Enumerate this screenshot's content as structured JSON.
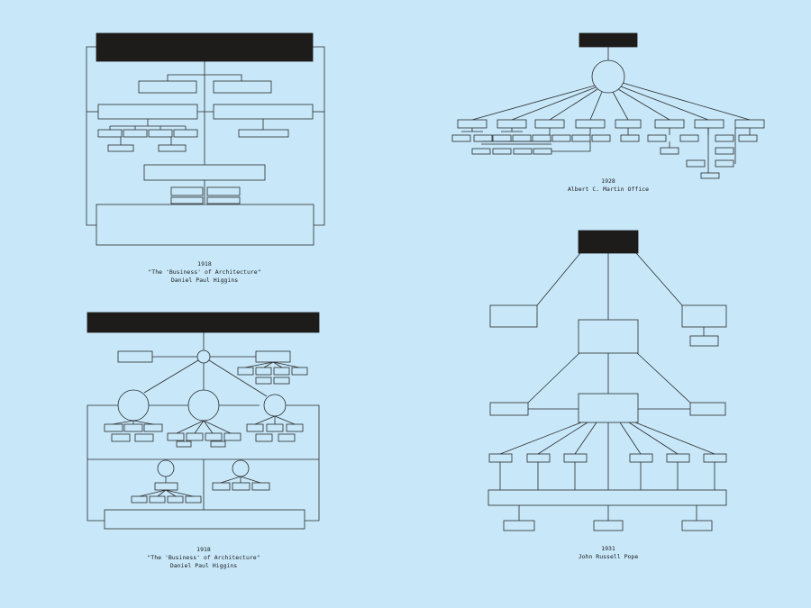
{
  "colors": {
    "background": "#c8e8fa",
    "line": "#2a2a2a",
    "block": "#1e1b1b"
  },
  "charts": [
    {
      "id": "chart-1918-a",
      "caption": {
        "year": "1918",
        "title": "\"The 'Business' of Architecture\"",
        "author": "Daniel Paul Higgins"
      }
    },
    {
      "id": "chart-1928",
      "caption": {
        "year": "1928",
        "title": "",
        "author": "Albert C. Martin Office"
      }
    },
    {
      "id": "chart-1918-b",
      "caption": {
        "year": "1918",
        "title": "\"The 'Business' of Architecture\"",
        "author": "Daniel Paul Higgins"
      }
    },
    {
      "id": "chart-1931",
      "caption": {
        "year": "1931",
        "title": "",
        "author": "John Russell Pope"
      }
    }
  ]
}
